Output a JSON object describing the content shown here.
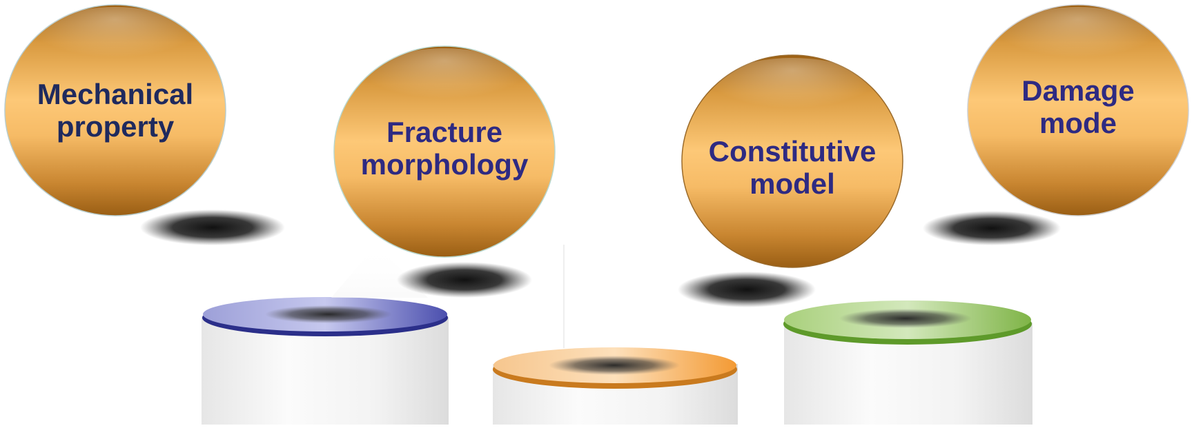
{
  "diagram": {
    "bubbles": [
      {
        "id": "mechanical-property",
        "label": "Mechanical\nproperty",
        "text_color": "#1f2a5e"
      },
      {
        "id": "fracture-morphology",
        "label": "Fracture\nmorphology",
        "text_color": "#2e2a82"
      },
      {
        "id": "constitutive-model",
        "label": "Constitutive\nmodel",
        "text_color": "#2e2a82"
      },
      {
        "id": "damage-mode",
        "label": "Damage\nmode",
        "text_color": "#2e2a82"
      }
    ],
    "pedestals": [
      {
        "id": "left",
        "top_color": "#3b3f9c"
      },
      {
        "id": "middle",
        "top_color": "#f0922a"
      },
      {
        "id": "right",
        "top_color": "#78b33c"
      }
    ],
    "colors": {
      "bubble_dark": "#a86a16",
      "bubble_light": "#fcc778",
      "cylinder_body": "#eeeeee"
    }
  }
}
